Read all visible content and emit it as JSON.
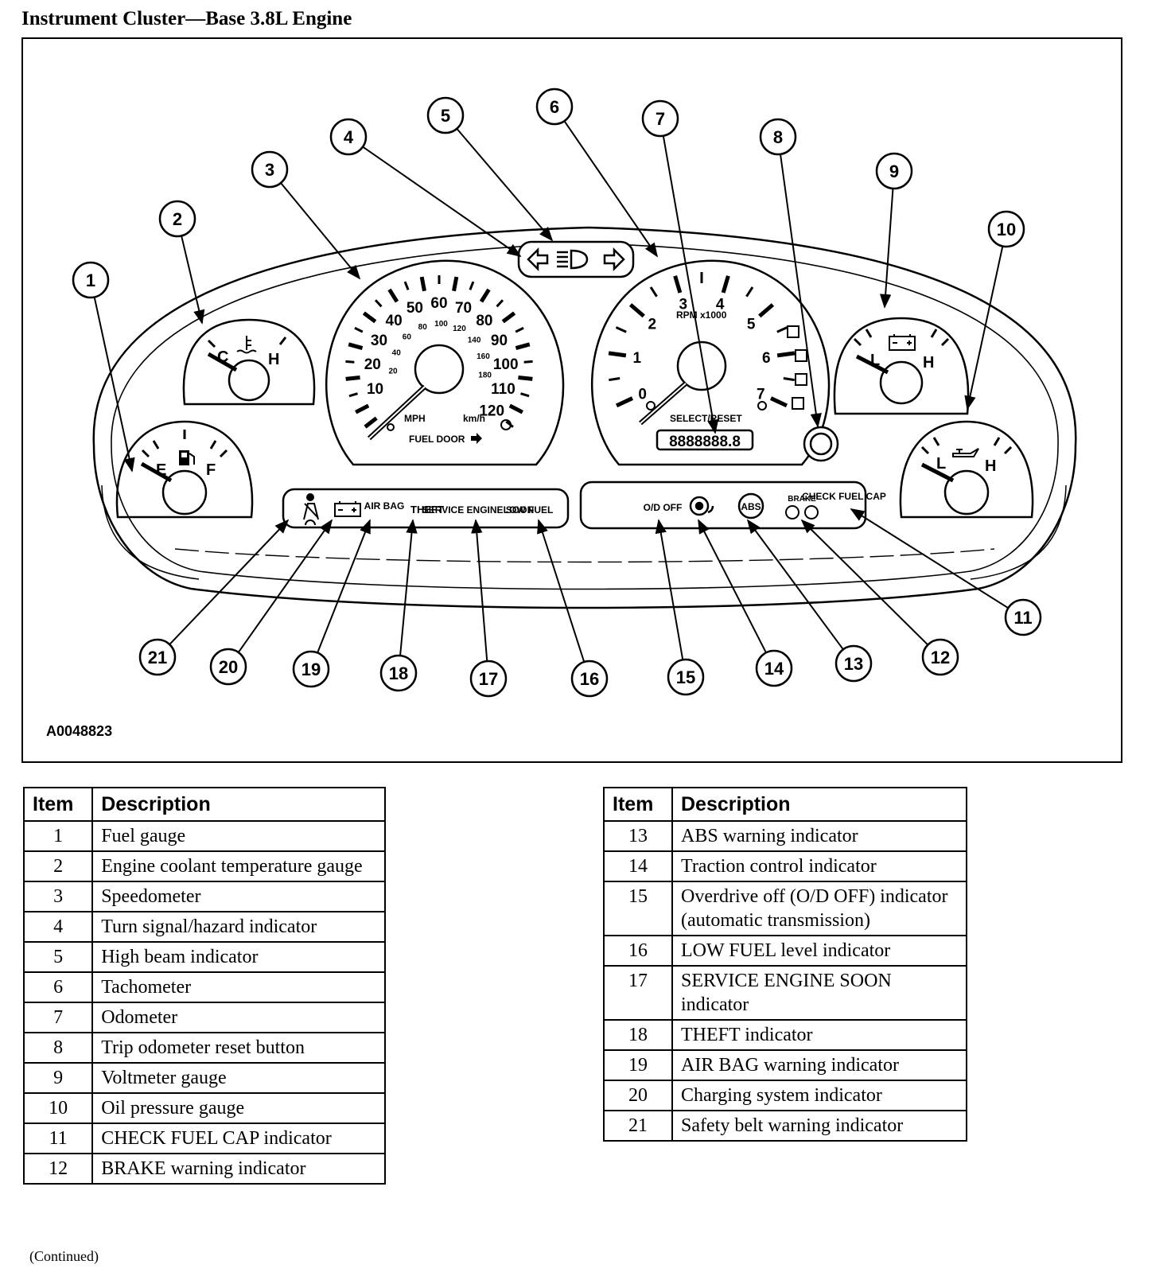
{
  "title": "Instrument Cluster—Base 3.8L Engine",
  "figure_id": "A0048823",
  "continued": "(Continued)",
  "callouts": [
    "1",
    "2",
    "3",
    "4",
    "5",
    "6",
    "7",
    "8",
    "9",
    "10",
    "11",
    "12",
    "13",
    "14",
    "15",
    "16",
    "17",
    "18",
    "19",
    "20",
    "21"
  ],
  "gauges": {
    "fuel": {
      "empty": "E",
      "full": "F",
      "icon": "fuel-pump-icon"
    },
    "coolant": {
      "cold": "C",
      "hot": "H",
      "icon": "thermometer-icon"
    },
    "speedometer": {
      "mph_ticks": [
        "10",
        "20",
        "30",
        "40",
        "50",
        "60",
        "70",
        "80",
        "90",
        "100",
        "110",
        "120"
      ],
      "kmh_ticks": [
        "20",
        "40",
        "60",
        "80",
        "100",
        "120",
        "140",
        "160",
        "180"
      ],
      "mph_label": "MPH",
      "kmh_label": "km/h",
      "fuel_door": "FUEL DOOR"
    },
    "tachometer": {
      "ticks": [
        "0",
        "1",
        "2",
        "3",
        "4",
        "5",
        "6",
        "7"
      ],
      "rpm_label": "RPM x1000",
      "select_reset": "SELECT/RESET",
      "odometer_display": "8888888.8"
    },
    "voltmeter": {
      "low": "L",
      "high": "H",
      "icon": "battery-icon"
    },
    "oil_pressure": {
      "low": "L",
      "high": "H",
      "icon": "oil-can-icon"
    }
  },
  "indicators_left": {
    "airbag": "AIR BAG",
    "theft": "THEFT",
    "service_engine_soon": "SERVICE ENGINE SOON",
    "low_fuel": "LOW FUEL"
  },
  "indicators_right": {
    "od_off": "O/D OFF",
    "abs": "ABS",
    "brake": "BRAKE",
    "check_fuel_cap": "CHECK FUEL CAP"
  },
  "table_headers": {
    "item": "Item",
    "description": "Description"
  },
  "table_left": [
    {
      "item": "1",
      "description": "Fuel gauge"
    },
    {
      "item": "2",
      "description": "Engine coolant temperature gauge"
    },
    {
      "item": "3",
      "description": "Speedometer"
    },
    {
      "item": "4",
      "description": "Turn signal/hazard indicator"
    },
    {
      "item": "5",
      "description": "High beam indicator"
    },
    {
      "item": "6",
      "description": "Tachometer"
    },
    {
      "item": "7",
      "description": "Odometer"
    },
    {
      "item": "8",
      "description": "Trip odometer reset button"
    },
    {
      "item": "9",
      "description": "Voltmeter gauge"
    },
    {
      "item": "10",
      "description": "Oil pressure gauge"
    },
    {
      "item": "11",
      "description": "CHECK FUEL CAP indicator"
    },
    {
      "item": "12",
      "description": "BRAKE warning indicator"
    }
  ],
  "table_right": [
    {
      "item": "13",
      "description": "ABS warning indicator"
    },
    {
      "item": "14",
      "description": "Traction control indicator"
    },
    {
      "item": "15",
      "description": "Overdrive off (O/D OFF) indicator (automatic transmission)"
    },
    {
      "item": "16",
      "description": "LOW FUEL level indicator"
    },
    {
      "item": "17",
      "description": "SERVICE ENGINE SOON indicator"
    },
    {
      "item": "18",
      "description": "THEFT indicator"
    },
    {
      "item": "19",
      "description": "AIR BAG warning indicator"
    },
    {
      "item": "20",
      "description": "Charging system indicator"
    },
    {
      "item": "21",
      "description": "Safety belt warning indicator"
    }
  ]
}
